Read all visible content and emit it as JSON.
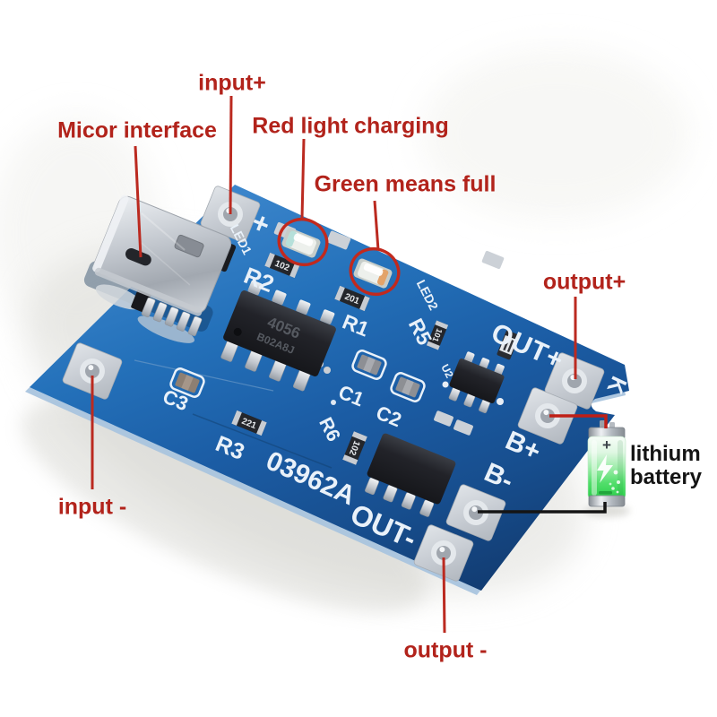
{
  "annotations": {
    "input_plus": "input+",
    "micro_interface": "Micor interface",
    "red_light": "Red light charging",
    "green_full": "Green means full",
    "output_plus": "output+",
    "input_minus": "input -",
    "output_minus": "output -",
    "battery_label_line1": "lithium",
    "battery_label_line2": "battery"
  },
  "board": {
    "silkscreen": {
      "plus_mark": "+",
      "led1": "LED1",
      "led2": "LED2",
      "r1": "R1",
      "r2": "R2",
      "r3": "R3",
      "r5": "R5",
      "r6": "R6",
      "c1": "C1",
      "c2": "C2",
      "c3": "C3",
      "u2": "U2",
      "out_plus": "OUT+",
      "out_minus": "OUT-",
      "b_plus": "B+",
      "b_minus": "B-",
      "k": "K",
      "model": "03962A"
    },
    "chip": {
      "line1": "4056",
      "line2": "B02A8J"
    },
    "resistors": {
      "r_102a": "102",
      "r_201": "201",
      "r_221": "221",
      "r_102b": "102",
      "r_101": "101"
    }
  },
  "battery": {
    "plus_mark": "+"
  },
  "colors": {
    "pcb_blue": "#1d5fa8",
    "annotation_red": "#b2231b",
    "battery_green": "#2ecf4e",
    "silkscreen_white": "#e9f1f9"
  }
}
